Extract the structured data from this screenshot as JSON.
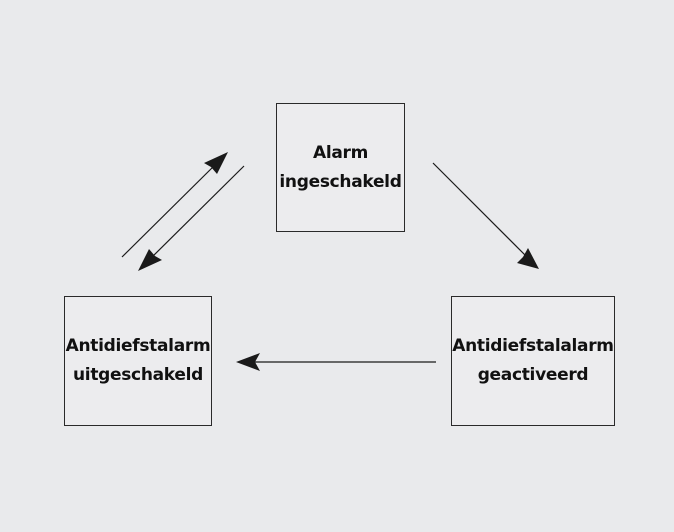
{
  "diagram": {
    "states": {
      "armed": {
        "label": "Alarm\ningeschakeld"
      },
      "disarmed": {
        "label": "Antidiefstalarm\nuitgeschakeld"
      },
      "triggered": {
        "label": "Antidiefstalalarm\ngeactiveerd"
      }
    },
    "transitions": [
      {
        "from": "disarmed",
        "to": "armed"
      },
      {
        "from": "armed",
        "to": "disarmed"
      },
      {
        "from": "armed",
        "to": "triggered"
      },
      {
        "from": "triggered",
        "to": "disarmed"
      }
    ],
    "colors": {
      "background": "#e9eaec",
      "stroke": "#1a1a1a"
    }
  }
}
